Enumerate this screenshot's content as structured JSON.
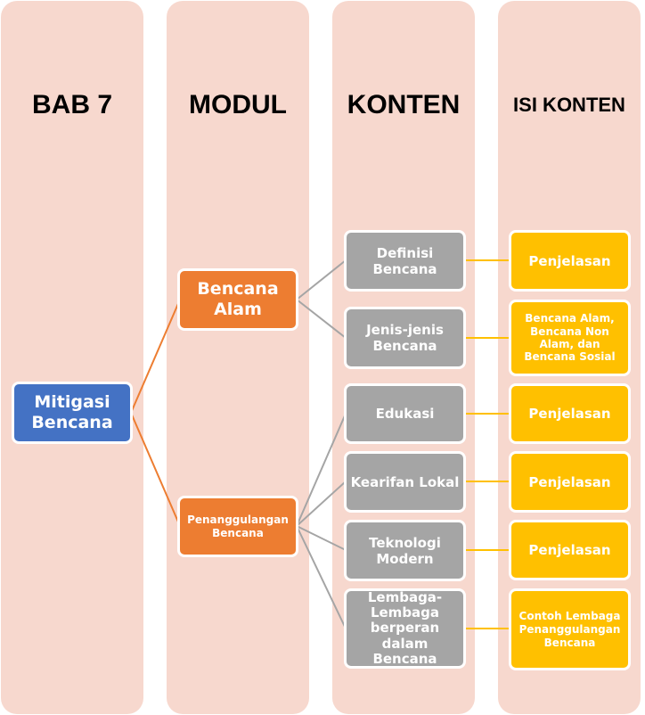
{
  "columns": [
    {
      "id": "bab",
      "header": "BAB 7"
    },
    {
      "id": "modul",
      "header": "MODUL"
    },
    {
      "id": "konten",
      "header": "KONTEN"
    },
    {
      "id": "isi",
      "header": "ISI KONTEN"
    }
  ],
  "root": {
    "label": "Mitigasi\nBencana"
  },
  "modules": [
    {
      "label": "Bencana\nAlam"
    },
    {
      "label": "Penanggulangan\nBencana"
    }
  ],
  "contents": [
    {
      "label": "Definisi\nBencana",
      "module": 0,
      "detail": "Penjelasan"
    },
    {
      "label": "Jenis-jenis\nBencana",
      "module": 0,
      "detail": "Bencana Alam,\nBencana Non\nAlam, dan\nBencana Sosial"
    },
    {
      "label": "Edukasi",
      "module": 1,
      "detail": "Penjelasan"
    },
    {
      "label": "Kearifan Lokal",
      "module": 1,
      "detail": "Penjelasan"
    },
    {
      "label": "Teknologi\nModern",
      "module": 1,
      "detail": "Penjelasan"
    },
    {
      "label": "Lembaga-\nLembaga\nberperan dalam\nBencana",
      "module": 1,
      "detail": "Contoh Lembaga\nPenanggulangan\nBencana"
    }
  ],
  "colors": {
    "column_bg": "#f7d8ce",
    "root": "#4472c4",
    "module": "#ed7d31",
    "content": "#a5a5a5",
    "detail": "#ffc000",
    "link_root": "#ed7d31",
    "link_module": "#a5a5a5",
    "link_content": "#ffc000"
  }
}
